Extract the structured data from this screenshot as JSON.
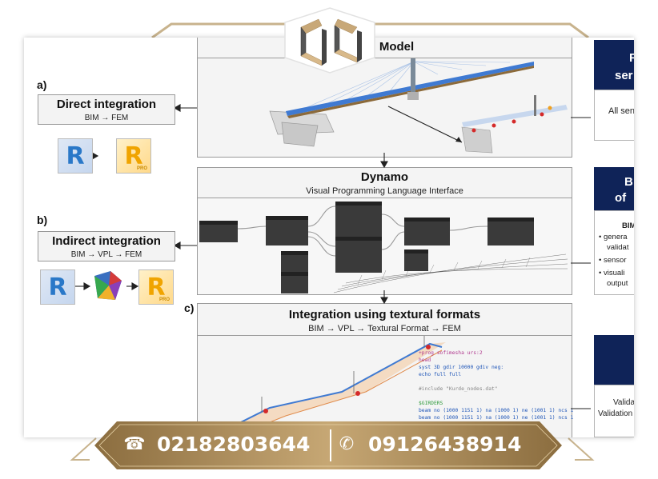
{
  "model_panel": {
    "title": "Model"
  },
  "dynamo_panel": {
    "title": "Dynamo",
    "subtitle": "Visual Programming Language Interface"
  },
  "textual_panel": {
    "title": "Integration using textural formats",
    "subtitle": "BIM → VPL → Textural Format → FEM",
    "label": "c)"
  },
  "direct": {
    "label": "a)",
    "title": "Direct integration",
    "subtitle": "BIM → FEM"
  },
  "indirect": {
    "label": "b)",
    "title": "Indirect integration",
    "subtitle": "BIM → VPL → FEM"
  },
  "icons": {
    "revit_letter": "R",
    "robot_letter": "R",
    "pro_text": "PRO"
  },
  "right_column": {
    "top_dark": [
      "F",
      "ser"
    ],
    "top_text": "All sen",
    "mid_dark": [
      "B",
      "of"
    ],
    "mid_head": "BIM",
    "mid_bullets": [
      "genera",
      "validat",
      "sensor",
      "visuali",
      "output"
    ],
    "bottom_text": [
      "Valida",
      "Validation"
    ]
  },
  "code_lines": [
    {
      "text": "+prog sofimesha urs:2",
      "color": "#b03a8f"
    },
    {
      "text": "head",
      "color": "#b03a8f"
    },
    {
      "text": "syst 3D gdir 10000 gdiv neg:",
      "color": "#1f56b8"
    },
    {
      "text": "echo full full",
      "color": "#1f56b8"
    },
    {
      "text": "",
      "color": "#000"
    },
    {
      "text": "#include \"Kurde_nodes.dat\"",
      "color": "#888"
    },
    {
      "text": "",
      "color": "#000"
    },
    {
      "text": "$GIRDERS",
      "color": "#2e9a3a"
    },
    {
      "text": "beam no (1000 1151 1) na (1000 1) ne (1001 1) ncs 1",
      "color": "#1f56b8"
    },
    {
      "text": "beam no (1000 1151 1) na (1000 1) ne (1001 1) ncs 1",
      "color": "#1f56b8"
    }
  ],
  "contact": {
    "phone_icon": "telephone-icon",
    "mobile_icon": "phone-call-icon",
    "phone": "02182803644",
    "mobile": "09126438914"
  },
  "colors": {
    "navy": "#0f2358",
    "gold": "#b8996a",
    "bridge_blue": "#3f7ad2"
  }
}
